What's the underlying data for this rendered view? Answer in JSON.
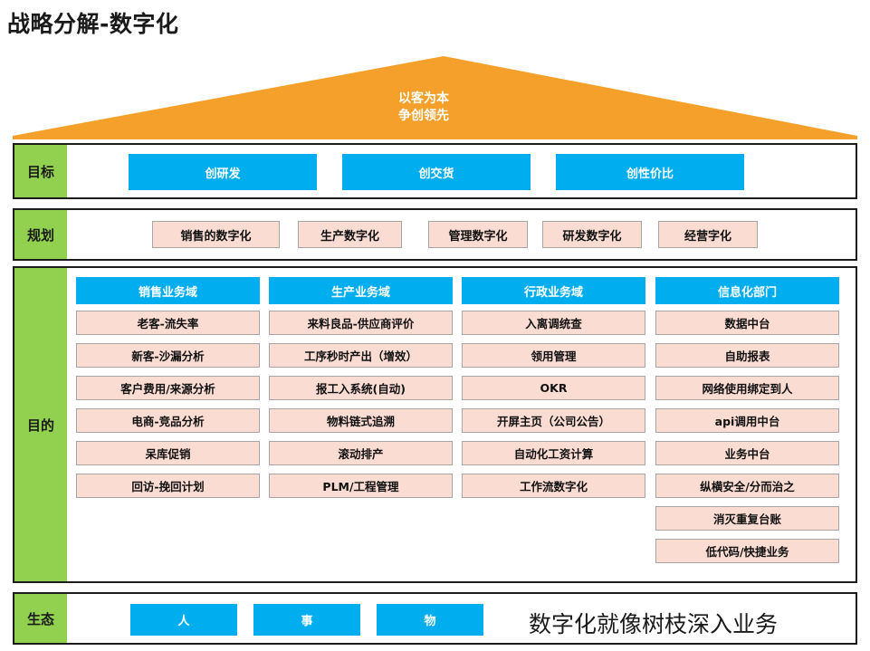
{
  "page": {
    "title": "战略分解-数字化"
  },
  "roof": {
    "name": "orange-roof-triangle",
    "color": "#F5A02A",
    "line1": "以客为本",
    "line2": "争创领先"
  },
  "colors": {
    "green_label": "#92D050",
    "blue_chip": "#00AEEF",
    "pink_chip": "#FADCD2",
    "pink_border": "#A6A6A6",
    "frame": "#1C1C1C",
    "orange": "#F5A02A"
  },
  "bands": {
    "goal": {
      "label": "目标",
      "items": [
        "创研发",
        "创交货",
        "创性价比"
      ]
    },
    "plan": {
      "label": "规划",
      "items": [
        "销售的数字化",
        "生产数字化",
        "管理数字化",
        "研发数字化",
        "经营字化"
      ]
    },
    "purpose": {
      "label": "目的",
      "columns": [
        {
          "header": "销售业务域",
          "items": [
            "老客-流失率",
            "新客-沙漏分析",
            "客户费用/来源分析",
            "电商-竞品分析",
            "呆库促销",
            "回访-挽回计划"
          ]
        },
        {
          "header": "生产业务域",
          "items": [
            "来料良品-供应商评价",
            "工序秒时产出（增效）",
            "报工入系统(自动)",
            "物料链式追溯",
            "滚动排产",
            "PLM/工程管理"
          ]
        },
        {
          "header": "行政业务域",
          "items": [
            "入离调统查",
            "领用管理",
            "OKR",
            "开屏主页（公司公告）",
            "自动化工资计算",
            "工作流数字化"
          ]
        },
        {
          "header": "信息化部门",
          "items": [
            "数据中台",
            "自助报表",
            "网络使用绑定到人",
            "api调用中台",
            "业务中台",
            "纵横安全/分而治之",
            "消灭重复台账",
            "低代码/快捷业务"
          ]
        }
      ]
    },
    "eco": {
      "label": "生态",
      "items": [
        "人",
        "事",
        "物"
      ],
      "note": "数字化就像树枝深入业务"
    }
  }
}
